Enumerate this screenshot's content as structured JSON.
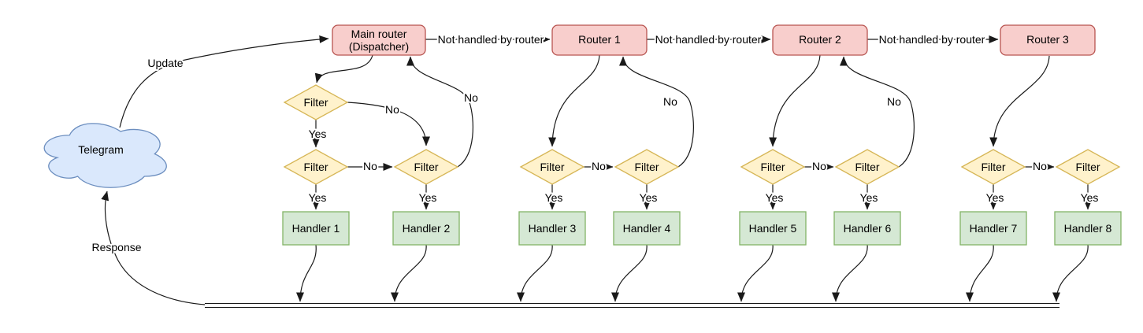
{
  "diagram": {
    "nodes": {
      "telegram": "Telegram",
      "main_router_line1": "Main router",
      "main_router_line2": "(Dispatcher)",
      "routers": [
        "Router 1",
        "Router 2",
        "Router 3"
      ],
      "filter": "Filter",
      "handlers": [
        "Handler 1",
        "Handler 2",
        "Handler 3",
        "Handler 4",
        "Handler 5",
        "Handler 6",
        "Handler 7",
        "Handler 8"
      ]
    },
    "edge_labels": {
      "update": "Update",
      "response": "Response",
      "yes": "Yes",
      "no": "No",
      "not_handled": "Not handled by router"
    },
    "colors": {
      "router_fill": "#f8cecc",
      "router_stroke": "#b85450",
      "filter_fill": "#fff2cc",
      "filter_stroke": "#d6b656",
      "handler_fill": "#d5e8d4",
      "handler_stroke": "#82b366",
      "cloud_fill": "#dae8fc",
      "cloud_stroke": "#6c8ebf",
      "edge": "#1a1a1a"
    }
  }
}
